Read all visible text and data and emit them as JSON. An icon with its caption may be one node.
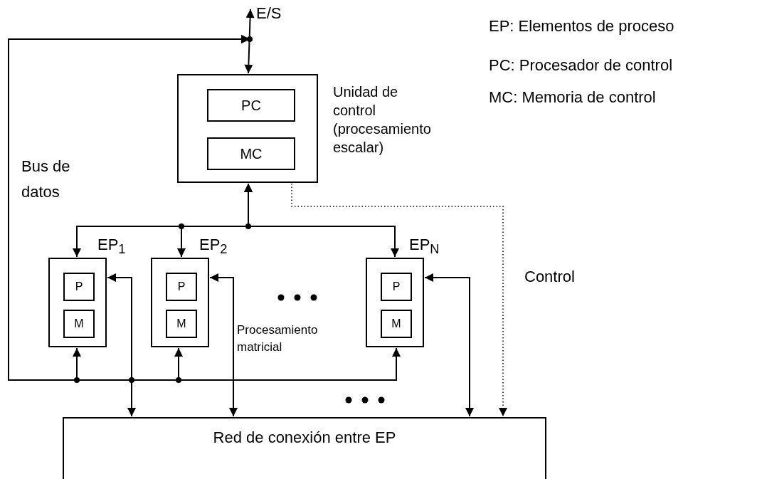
{
  "diagram": {
    "nodes": [
      {
        "text": [
          "Unidad de control (procesamiento escalar)"
        ]
      },
      {
        "text": [
          "PC"
        ],
        "in": 0
      },
      {
        "text": [
          "MC"
        ],
        "in": 0
      },
      {
        "text": [
          "EP$_{1}$"
        ]
      },
      {
        "text": [
          "P"
        ],
        "in": 3
      },
      {
        "text": [
          "M"
        ],
        "in": 3
      },
      {
        "text": [
          "EP$_{2}$"
        ]
      },
      {
        "text": [
          "P"
        ],
        "in": 6
      },
      {
        "text": [
          "M"
        ],
        "in": 6
      },
      {
        "text": [
          "EP$_{N}$"
        ]
      },
      {
        "text": [
          "P"
        ],
        "in": 9
      },
      {
        "text": [
          "M"
        ],
        "in": 9
      },
      {
        "text": [
          "Red de conexión entre EP"
        ]
      },
      {
        "text": [
          "E/S"
        ]
      }
    ],
    "edges": [
      {
        "from": 0,
        "to": 13,
        "arrow": "both"
      },
      {
        "from": 3,
        "to": 13,
        "arrow": "both"
      },
      {
        "from": 6,
        "to": 13,
        "arrow": "both"
      },
      {
        "from": 9,
        "to": 13,
        "arrow": "both"
      },
      {
        "from": 0,
        "to": 3,
        "arrow": "both"
      },
      {
        "from": 0,
        "to": 6,
        "arrow": "both"
      },
      {
        "from": 0,
        "to": 9,
        "arrow": "both"
      },
      {
        "from": 3,
        "to": 12,
        "arrow": "both"
      },
      {
        "from": 6,
        "to": 12,
        "arrow": "both"
      },
      {
        "from": 9,
        "to": 12,
        "arrow": "both"
      },
      {
        "from": 0,
        "to": 12,
        "arrow": "to",
        "style": "dashed",
        "label": "Control"
      }
    ],
    "labels": [
      "EP: Elementos de proceso",
      "PC: Procesador de control",
      "MC: Memoria de control",
      "Bus de datos",
      "Procesamiento matricial"
    ]
  }
}
